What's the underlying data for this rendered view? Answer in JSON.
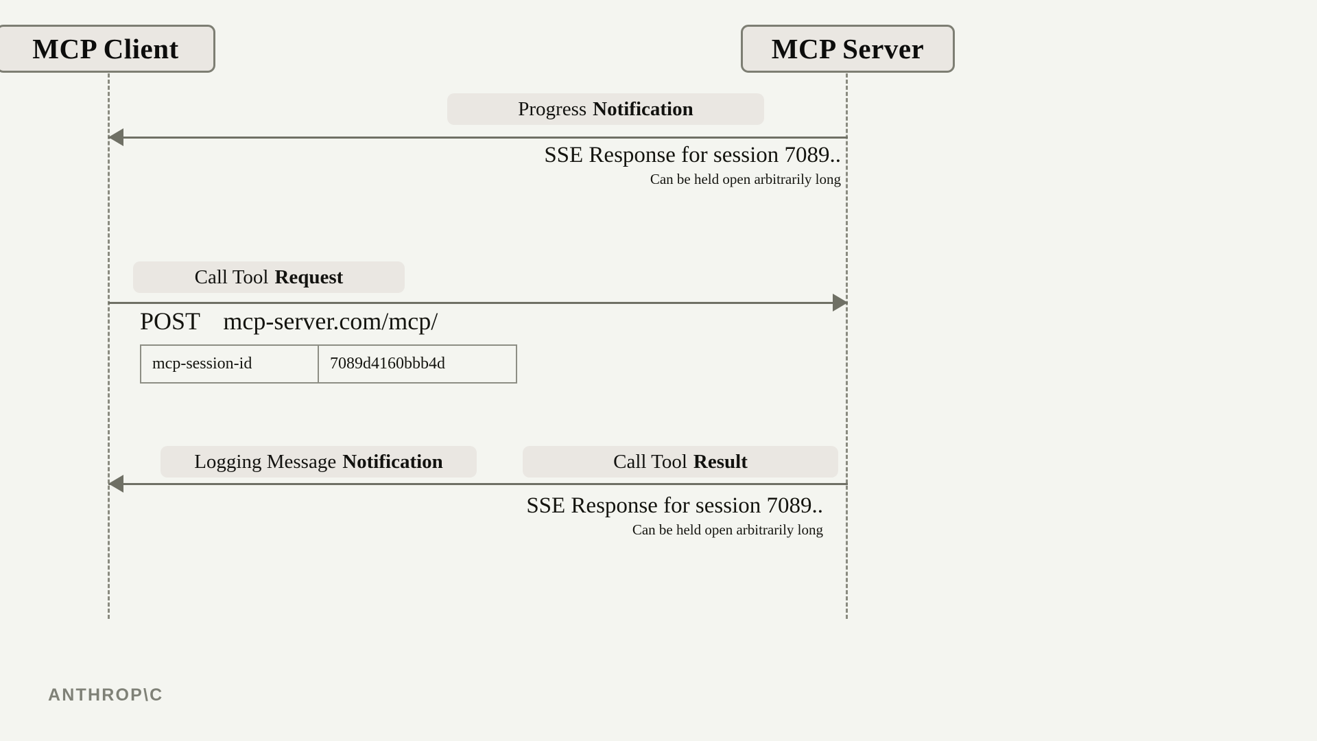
{
  "page": {
    "background_color": "#f4f5f0",
    "accent_color": "#6f7065",
    "pill_color": "#eae7e2",
    "border_color": "#7d7e73"
  },
  "participants": [
    {
      "id": "client",
      "label": "MCP Client"
    },
    {
      "id": "server",
      "label": "MCP Server"
    }
  ],
  "messages": [
    {
      "id": "progress-notification",
      "label_regular": "Progress",
      "label_bold": "Notification",
      "direction": "server-to-client"
    },
    {
      "id": "call-tool-request",
      "label_regular": "Call Tool",
      "label_bold": "Request",
      "direction": "client-to-server"
    },
    {
      "id": "logging-notification",
      "label_regular": "Logging Message",
      "label_bold": "Notification",
      "direction": "server-to-client"
    },
    {
      "id": "call-tool-result",
      "label_regular": "Call Tool",
      "label_bold": "Result",
      "direction": "server-to-client"
    }
  ],
  "sse_top": {
    "title": "SSE Response for session 7089..",
    "subtitle": "Can be held open arbitrarily long"
  },
  "sse_bottom": {
    "title": "SSE Response for session 7089..",
    "subtitle": "Can be held open arbitrarily long"
  },
  "request": {
    "method": "POST",
    "url": "mcp-server.com/mcp/",
    "headers": [
      {
        "key": "mcp-session-id",
        "value": "7089d4160bbb4d"
      }
    ]
  },
  "brand": {
    "wordmark": "ANTHROP\\C"
  }
}
